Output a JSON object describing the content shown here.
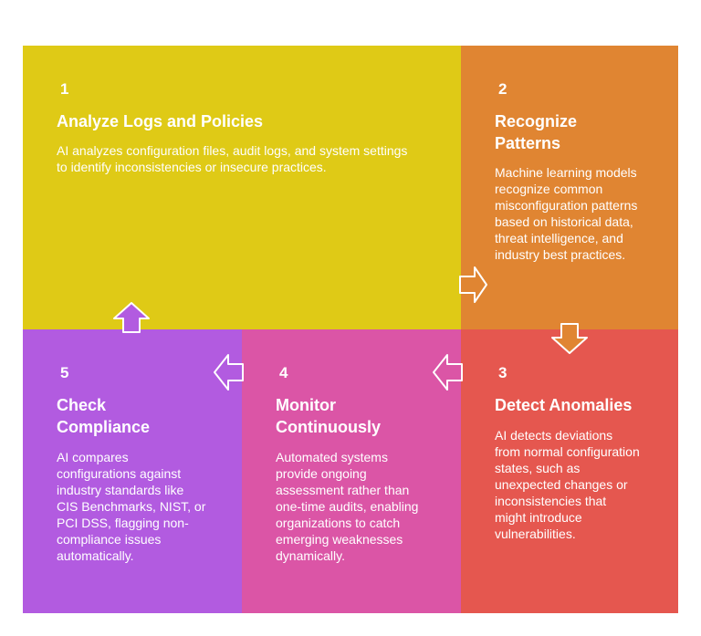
{
  "steps": [
    {
      "number": "1",
      "title": "Analyze Logs and Policies",
      "description": "AI analyzes configuration files, audit logs, and system settings to identify inconsistencies or insecure practices.",
      "color": "#dfca16"
    },
    {
      "number": "2",
      "title": "Recognize Patterns",
      "description": "Machine learning models recognize common misconfiguration patterns based on historical data, threat intelligence, and industry best practices.",
      "color": "#e08532"
    },
    {
      "number": "3",
      "title": "Detect Anomalies",
      "description": "AI detects deviations from normal configuration states, such as unexpected changes or inconsistencies that might introduce vulnerabilities.",
      "color": "#e5574f"
    },
    {
      "number": "4",
      "title": "Monitor Continuously",
      "description": "Automated systems provide ongoing assessment rather than one-time audits, enabling organizations to catch emerging weaknesses dynamically.",
      "color": "#db55a6"
    },
    {
      "number": "5",
      "title": "Check Compliance",
      "description": "AI compares configurations against industry standards like CIS Benchmarks, NIST, or PCI DSS, flagging non-compliance issues automatically.",
      "color": "#b25be0"
    }
  ]
}
